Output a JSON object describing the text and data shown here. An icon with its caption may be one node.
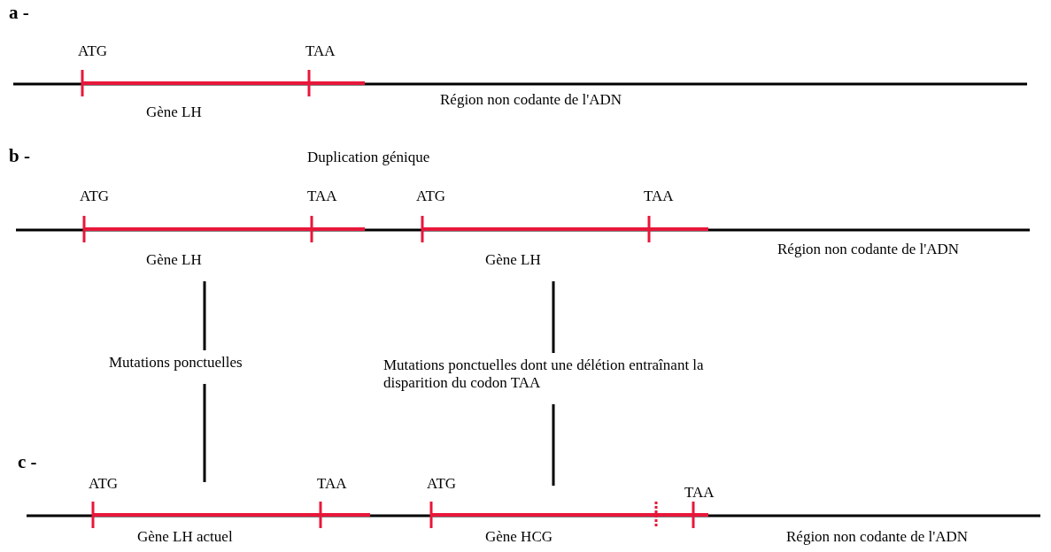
{
  "diagram": {
    "nodes": [
      {
        "text": [
          "Gène LH"
        ]
      },
      {
        "text": [
          "Gène LH"
        ]
      },
      {
        "text": [
          "Mutations ponctuelles"
        ]
      },
      {
        "text": [
          "Mutations ponctuelles dont une délétion entraînant la disparition du codon TAA"
        ]
      }
    ],
    "edges": [
      {
        "from": 0,
        "to": 2,
        "arrow": "none"
      },
      {
        "from": 2,
        "to": null,
        "arrow": "none"
      },
      {
        "from": 1,
        "to": 3,
        "arrow": "none"
      },
      {
        "from": 3,
        "to": null,
        "arrow": "none"
      }
    ],
    "labels": [
      "a -",
      "ATG",
      "TAA",
      "Gène LH",
      "Région non codante de l'ADN",
      "b -",
      "Duplication génique",
      "ATG",
      "TAA",
      "ATG",
      "TAA",
      "Région non codante de l'ADN",
      "c -",
      "ATG",
      "TAA",
      "ATG",
      "TAA",
      "Gène LH actuel",
      "Gène HCG",
      "Région non codante de l'ADN"
    ]
  }
}
